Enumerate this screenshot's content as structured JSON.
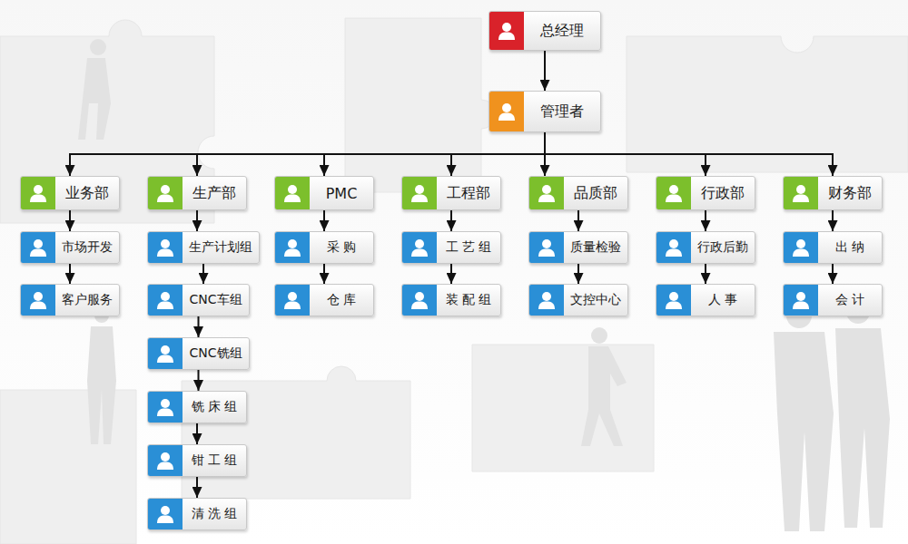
{
  "diagram": {
    "nodes": [
      {
        "text": [
          "总经理"
        ]
      },
      {
        "text": [
          "管理者"
        ]
      },
      {
        "text": [
          "业务部"
        ]
      },
      {
        "text": [
          "市场开发"
        ]
      },
      {
        "text": [
          "客户服务"
        ]
      },
      {
        "text": [
          "生产部"
        ]
      },
      {
        "text": [
          "生产计划组"
        ]
      },
      {
        "text": [
          "CNC车组"
        ]
      },
      {
        "text": [
          "CNC铣组"
        ]
      },
      {
        "text": [
          "铣 床 组"
        ]
      },
      {
        "text": [
          "钳 工 组"
        ]
      },
      {
        "text": [
          "清 洗 组"
        ]
      },
      {
        "text": [
          "PMC"
        ]
      },
      {
        "text": [
          "采 购"
        ]
      },
      {
        "text": [
          "仓 库"
        ]
      },
      {
        "text": [
          "工程部"
        ]
      },
      {
        "text": [
          "工 艺 组"
        ]
      },
      {
        "text": [
          "装 配 组"
        ]
      },
      {
        "text": [
          "品质部"
        ]
      },
      {
        "text": [
          "质量检验"
        ]
      },
      {
        "text": [
          "文控中心"
        ]
      },
      {
        "text": [
          "行政部"
        ]
      },
      {
        "text": [
          "行政后勤"
        ]
      },
      {
        "text": [
          "人 事"
        ]
      },
      {
        "text": [
          "财务部"
        ]
      },
      {
        "text": [
          "出 纳"
        ]
      },
      {
        "text": [
          "会 计"
        ]
      }
    ],
    "edges": [
      {
        "from": 0,
        "to": 1,
        "arrow": "to"
      },
      {
        "from": 1,
        "to": 2,
        "arrow": "to"
      },
      {
        "from": 1,
        "to": 5,
        "arrow": "to"
      },
      {
        "from": 1,
        "to": 12,
        "arrow": "to"
      },
      {
        "from": 1,
        "to": 15,
        "arrow": "to"
      },
      {
        "from": 1,
        "to": 18,
        "arrow": "to"
      },
      {
        "from": 1,
        "to": 21,
        "arrow": "to"
      },
      {
        "from": 1,
        "to": 24,
        "arrow": "to"
      },
      {
        "from": 2,
        "to": 3,
        "arrow": "to"
      },
      {
        "from": 3,
        "to": 4,
        "arrow": "to"
      },
      {
        "from": 5,
        "to": 6,
        "arrow": "to"
      },
      {
        "from": 6,
        "to": 7,
        "arrow": "to"
      },
      {
        "from": 7,
        "to": 8,
        "arrow": "to"
      },
      {
        "from": 8,
        "to": 9,
        "arrow": "to"
      },
      {
        "from": 9,
        "to": 10,
        "arrow": "to"
      },
      {
        "from": 10,
        "to": 11,
        "arrow": "to"
      },
      {
        "from": 12,
        "to": 13,
        "arrow": "to"
      },
      {
        "from": 13,
        "to": 14,
        "arrow": "to"
      },
      {
        "from": 15,
        "to": 16,
        "arrow": "to"
      },
      {
        "from": 16,
        "to": 17,
        "arrow": "to"
      },
      {
        "from": 18,
        "to": 19,
        "arrow": "to"
      },
      {
        "from": 19,
        "to": 20,
        "arrow": "to"
      },
      {
        "from": 21,
        "to": 22,
        "arrow": "to"
      },
      {
        "from": 22,
        "to": 23,
        "arrow": "to"
      },
      {
        "from": 24,
        "to": 25,
        "arrow": "to"
      },
      {
        "from": 25,
        "to": 26,
        "arrow": "to"
      }
    ]
  }
}
